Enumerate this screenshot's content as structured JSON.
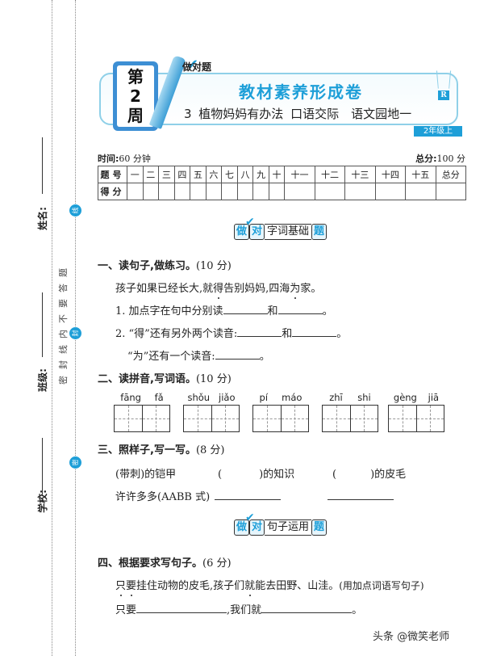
{
  "binding": {
    "labels": [
      "姓名:",
      "班级:",
      "学校:"
    ],
    "seal_text": [
      "密",
      "封",
      "线",
      "内",
      "不",
      "要",
      "答",
      "题"
    ],
    "seal_dots": [
      "线",
      "封",
      "密"
    ]
  },
  "header": {
    "week_badge": [
      "第",
      "2",
      "周"
    ],
    "series_name": "做对题",
    "title": "教材素养形成卷",
    "subtitle": "3 植物妈妈有办法 口语交际　语文园地一",
    "grade": "2年级上",
    "edition_tag": "R"
  },
  "exam_info": {
    "time_label": "时间:",
    "time_value": "60 分钟",
    "total_label": "总分:",
    "total_value": "100 分"
  },
  "score_table": {
    "row1_label": "题号",
    "row2_label": "得分",
    "columns": [
      "一",
      "二",
      "三",
      "四",
      "五",
      "六",
      "七",
      "八",
      "九",
      "十",
      "十一",
      "十二",
      "十三",
      "十四",
      "十五",
      "总分"
    ]
  },
  "sections": [
    {
      "prefix_a": "做",
      "prefix_b": "对",
      "name": "字词基础",
      "suffix": "题"
    },
    {
      "prefix_a": "做",
      "prefix_b": "对",
      "name": "句子运用",
      "suffix": "题"
    }
  ],
  "q1": {
    "title": "一、读句子,做练习。",
    "points": "(10 分)",
    "sentence_parts": [
      "孩子如果已经长大,就",
      "得",
      "告别妈妈,四海",
      "为",
      "家。"
    ],
    "item1_a": "1. 加点字在句中分别读",
    "item1_b": "和",
    "item1_c": "。",
    "item2_a": "2. “得”还有另外两个读音:",
    "item2_b": "和",
    "item2_c": "。",
    "item3_a": "“为”还有一个读音:",
    "item3_c": "。"
  },
  "q2": {
    "title": "二、读拼音,写词语。",
    "points": "(10 分)",
    "pinyin": [
      [
        "fāng",
        "fǎ"
      ],
      [
        "shǒu",
        "jiǎo"
      ],
      [
        "pí",
        "máo"
      ],
      [
        "zhī",
        "shi"
      ],
      [
        "gèng",
        "jiā"
      ]
    ]
  },
  "q3": {
    "title": "三、照样子,写一写。",
    "points": "(8 分)",
    "example": "(带刺)的铠甲",
    "item_a_open": "(",
    "item_a_close": ")的知识",
    "item_b_open": "(",
    "item_b_close": ")的皮毛",
    "aabb_label": "许许多多(AABB 式)"
  },
  "q4": {
    "title": "四、根据要求写句子。",
    "points": "(6 分)",
    "sentence_parts": [
      "只",
      "要",
      "挂住动物的皮毛,孩子们",
      "就",
      "能去田野、山洼。"
    ],
    "instruction": "(用加点词语写句子)",
    "answer_a": "只要",
    "answer_b": ",我们就",
    "answer_c": "。"
  },
  "watermark": "头条 @微笑老师"
}
